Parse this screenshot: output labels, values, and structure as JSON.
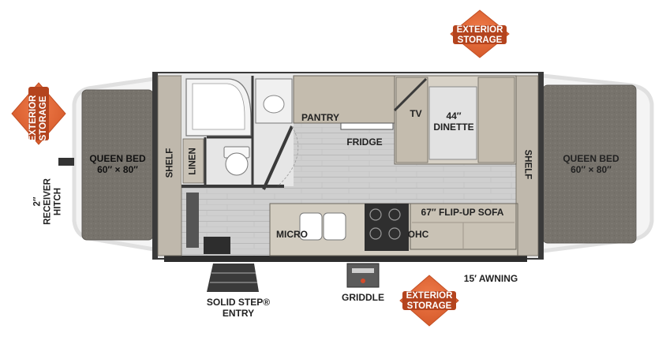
{
  "labels": {
    "queen_bed_left": "QUEEN BED",
    "queen_bed_left_size": "60″ × 80″",
    "queen_bed_right": "QUEEN BED",
    "queen_bed_right_size": "60″ × 80″",
    "hitch_line1": "2″",
    "hitch_line2": "RECEIVER",
    "hitch_line3": "HITCH",
    "shelf_left": "SHELF",
    "shelf_right": "SHELF",
    "linen": "LINEN",
    "pantry": "PANTRY",
    "fridge": "FRIDGE",
    "tv": "TV",
    "dinette_size": "44″",
    "dinette": "DINETTE",
    "sofa": "67″ FLIP-UP SOFA",
    "micro": "MICRO",
    "ohc": "OHC",
    "awning": "15′ AWNING",
    "griddle": "GRIDDLE",
    "entry_line1": "SOLID STEP®",
    "entry_line2": "ENTRY"
  },
  "exterior_storage": {
    "line1": "EXTERIOR",
    "line2": "STORAGE"
  },
  "colors": {
    "storage_badge": "#cf5a2c",
    "storage_badge_inner": "#e8693a",
    "floor": "#c9c9c9",
    "bed": "#7a7670",
    "cabinet": "#c4bcae",
    "wall": "#444444"
  }
}
